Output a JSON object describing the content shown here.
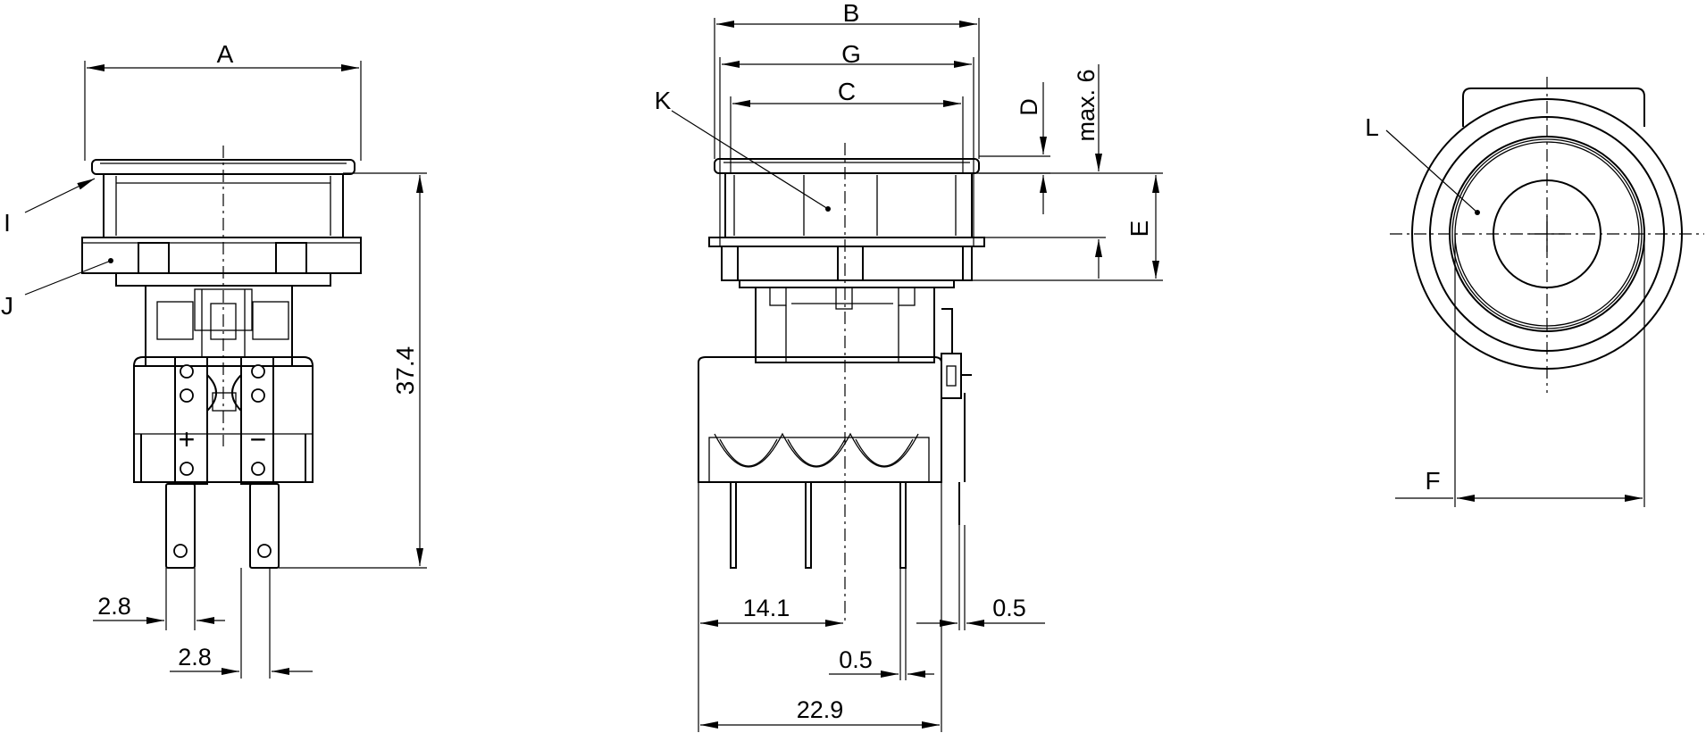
{
  "drawing": {
    "colors": {
      "line": "#000000",
      "background": "#ffffff"
    },
    "front_view": {
      "dim_width_label": "A",
      "dim_height_value": "37.4",
      "dim_pin_width_value": "2.8",
      "dim_pin_pitch_value": "2.8",
      "callout_i": "I",
      "callout_j": "J",
      "polarity_plus": "+",
      "polarity_minus": "−"
    },
    "side_view": {
      "dim_b": "B",
      "dim_g": "G",
      "dim_c": "C",
      "dim_d": "D",
      "dim_max": "max. 6",
      "dim_e": "E",
      "callout_k": "K",
      "dim_half_width": "14.1",
      "dim_total_width": "22.9",
      "dim_pin_thickness_a": "0.5",
      "dim_pin_thickness_b": "0.5"
    },
    "top_view": {
      "callout_l": "L",
      "dim_f": "F"
    }
  }
}
